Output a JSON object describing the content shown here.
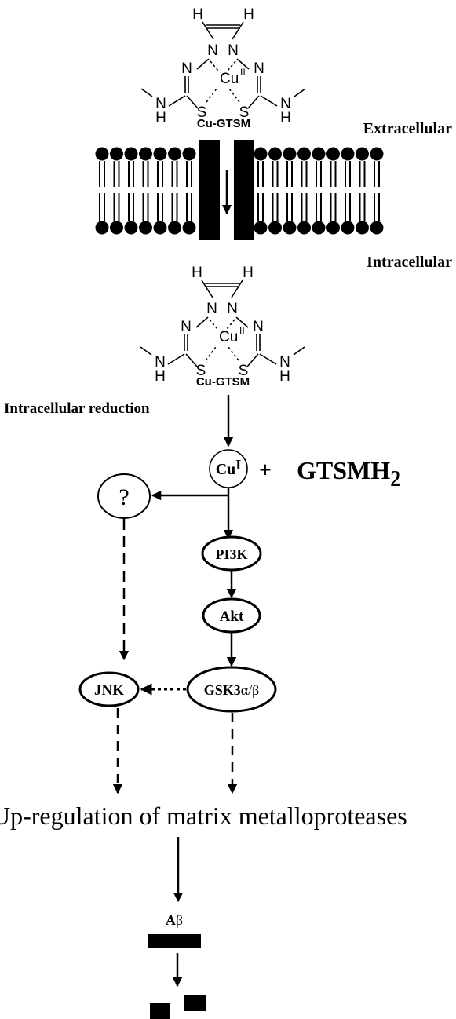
{
  "molecule_top": {
    "label": "Cu-GTSM",
    "atoms": {
      "h_left": "H",
      "h_right": "H",
      "n_top_left": "N",
      "n_top_right": "N",
      "n_mid_left": "N",
      "n_mid_right": "N",
      "metal": "Cu",
      "metal_ox": "II",
      "s_left": "S",
      "s_right": "S",
      "nh_left_n": "N",
      "nh_left_h": "H",
      "nh_right_n": "N",
      "nh_right_h": "H"
    }
  },
  "molecule_bottom": {
    "label": "Cu-GTSM",
    "atoms": {
      "h_left": "H",
      "h_right": "H",
      "n_top_left": "N",
      "n_top_right": "N",
      "n_mid_left": "N",
      "n_mid_right": "N",
      "metal": "Cu",
      "metal_ox": "II",
      "s_left": "S",
      "s_right": "S",
      "nh_left_n": "N",
      "nh_left_h": "H",
      "nh_right_n": "N",
      "nh_right_h": "H"
    }
  },
  "labels": {
    "extracellular": "Extracellular",
    "intracellular": "Intracellular",
    "reduction": "Intracellular reduction"
  },
  "nodes": {
    "cu1_base": "Cu",
    "cu1_sup": "I",
    "plus": "+",
    "ligand_base": "GTSMH",
    "ligand_sub": "2",
    "unknown": "?",
    "pi3k": "PI3K",
    "akt": "Akt",
    "jnk": "JNK",
    "gsk_base": "GSK3",
    "gsk_greek": "α/β"
  },
  "outcome": {
    "mmp": "Up-regulation of matrix metalloproteases",
    "abeta_base": "A",
    "abeta_greek": "β"
  }
}
